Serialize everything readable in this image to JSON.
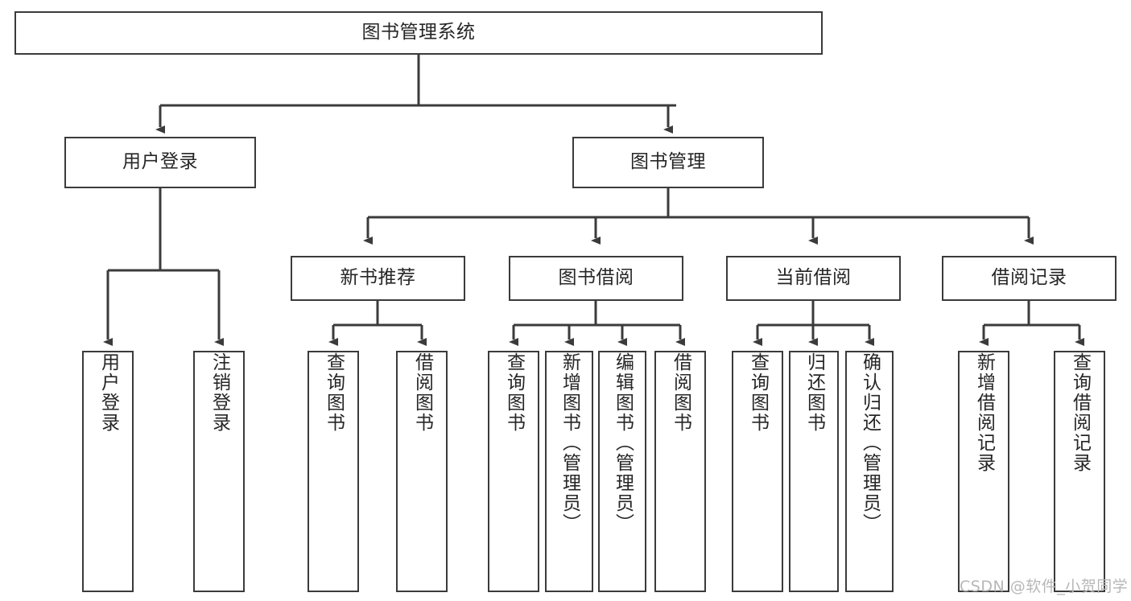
{
  "diagram": {
    "title_node": {
      "label": "图书管理系统"
    },
    "level2": [
      {
        "label": "用户登录"
      },
      {
        "label": "图书管理"
      }
    ],
    "level3": [
      {
        "label": "新书推荐"
      },
      {
        "label": "图书借阅"
      },
      {
        "label": "当前借阅"
      },
      {
        "label": "借阅记录"
      }
    ],
    "leaves": [
      {
        "label": "用户登录",
        "parent": "用户登录"
      },
      {
        "label": "注销登录",
        "parent": "用户登录"
      },
      {
        "label": "查询图书",
        "parent": "新书推荐"
      },
      {
        "label": "借阅图书",
        "parent": "新书推荐"
      },
      {
        "label": "查询图书",
        "parent": "图书借阅"
      },
      {
        "label": "新增图书（管理员）",
        "parent": "图书借阅"
      },
      {
        "label": "编辑图书（管理员）",
        "parent": "图书借阅"
      },
      {
        "label": "借阅图书",
        "parent": "图书借阅"
      },
      {
        "label": "查询图书",
        "parent": "当前借阅"
      },
      {
        "label": "归还图书",
        "parent": "当前借阅"
      },
      {
        "label": "确认归还（管理员）",
        "parent": "当前借阅"
      },
      {
        "label": "新增借阅记录",
        "parent": "借阅记录"
      },
      {
        "label": "查询借阅记录",
        "parent": "借阅记录"
      }
    ]
  },
  "watermark": {
    "text": "CSDN @软件_小贺同学"
  },
  "colors": {
    "stroke": "#3b3b3b",
    "text": "#262626",
    "background": "#ffffff",
    "watermark": "#b7b7b7"
  }
}
